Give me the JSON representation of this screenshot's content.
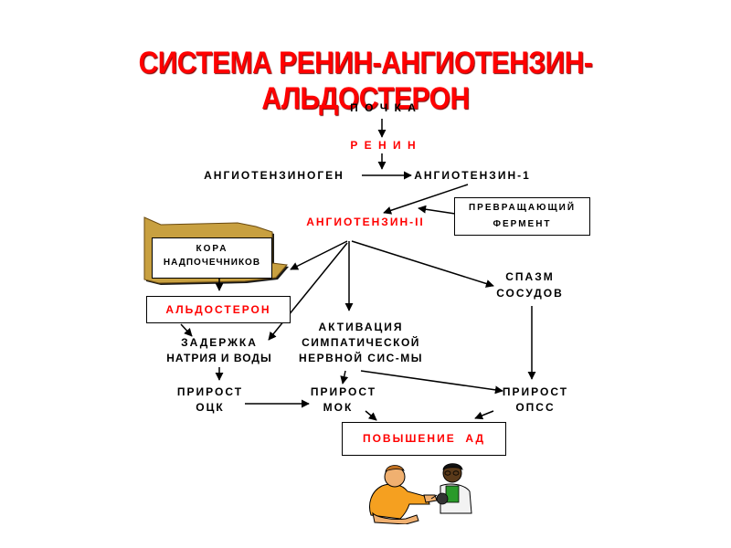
{
  "title": "СИСТЕМА РЕНИН-АНГИОТЕНЗИН-АЛЬДОСТЕРОН",
  "nodes": {
    "kidney": "П О Ч К А",
    "renin": "Р Е Н И Н",
    "angiotensinogen": "АНГИОТЕНЗИНОГЕН",
    "angiotensin1": "АНГИОТЕНЗИН-1",
    "ace_line1": "ПРЕВРАЩАЮЩИЙ",
    "ace_line2": "ФЕРМЕНТ",
    "angiotensin2": "АНГИОТЕНЗИН-II",
    "cortex_line1": "КОРА",
    "cortex_line2": "НАДПОЧЕЧНИКОВ",
    "aldosterone": "АЛЬДОСТЕРОН",
    "spasm_line1": "СПАЗМ",
    "spasm_line2": "СОСУДОВ",
    "sympathetic_line1": "АКТИВАЦИЯ",
    "sympathetic_line2": "СИМПАТИЧЕСКОЙ",
    "sympathetic_line3": "НЕРВНОЙ СИС-МЫ",
    "retention_line1": "ЗАДЕРЖКА",
    "retention_line2": "НАТРИЯ И ВОДЫ",
    "ock_line1": "ПРИРОСТ",
    "ock_line2": "ОЦК",
    "mok_line1": "ПРИРОСТ",
    "mok_line2": "МОК",
    "opss_line1": "ПРИРОСТ",
    "opss_line2": "ОПСС",
    "bp_rise": "ПОВЫШЕНИЕ  АД"
  },
  "colors": {
    "title": "#ff0000",
    "highlight": "#ff0000",
    "adrenal": "#c8a040",
    "arrows": "#000000"
  }
}
